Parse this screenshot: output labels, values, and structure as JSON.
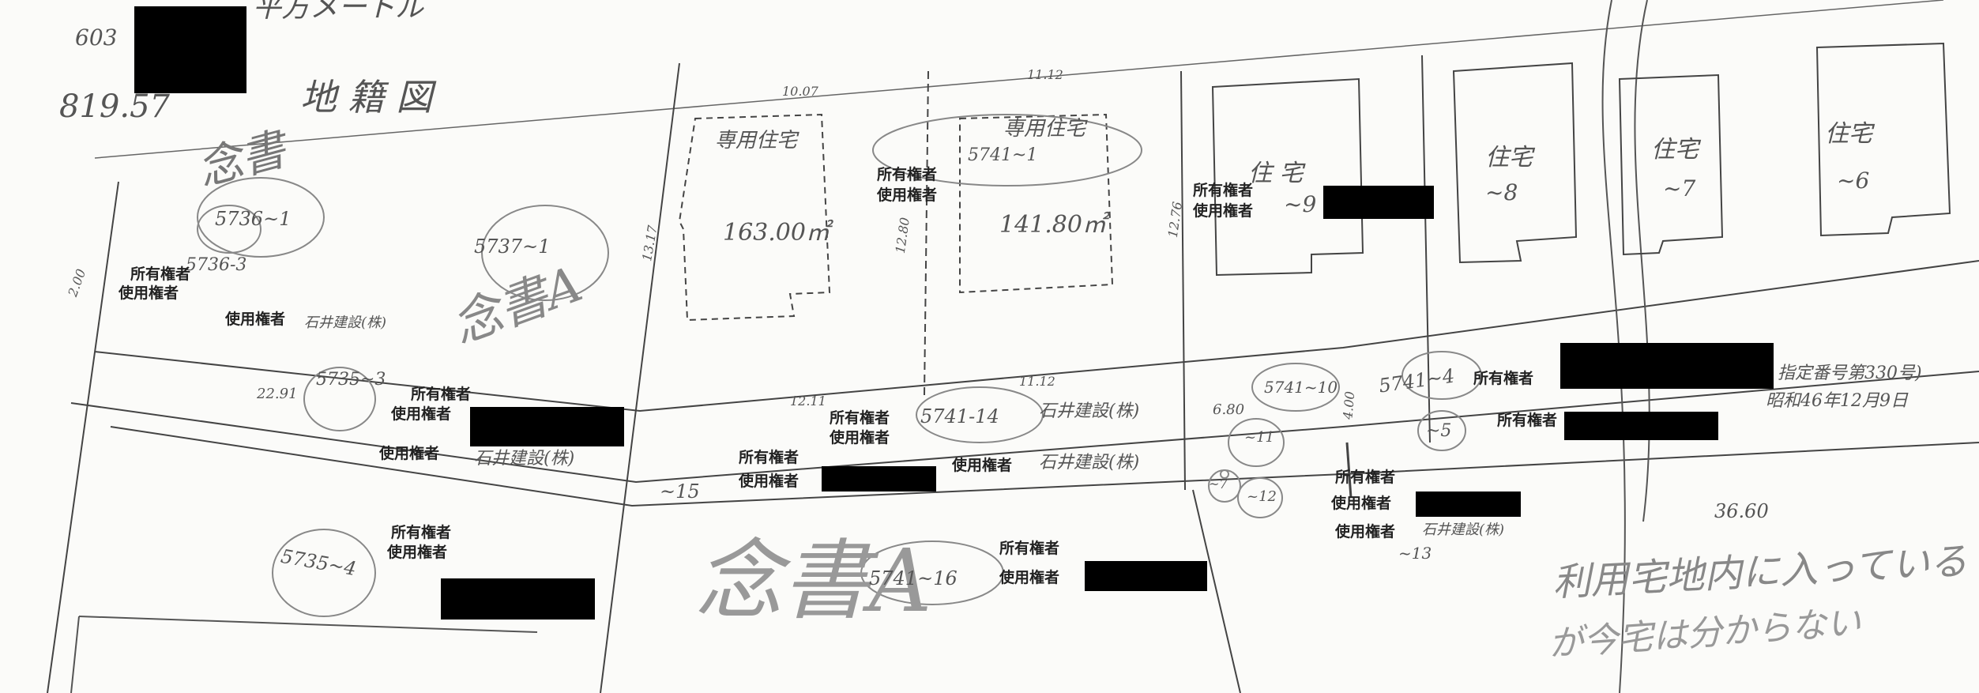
{
  "header": {
    "unit_text": "平方メートル",
    "top_number": "603",
    "area_number": "819.57",
    "map_title": "地 籍 図"
  },
  "owner_label": "所有権者",
  "user_label": "使用権者",
  "contractor": "石井建設(株)",
  "lots": {
    "l5736_1": "5736~1",
    "l5736_3": "5736-3",
    "l5737_1": "5737~1",
    "l5735_3": "5735~3",
    "l5735_4": "5735~4",
    "l5741_1": "5741~1",
    "l5741_14": "5741-14",
    "l5741_16": "5741~16",
    "l5741_10": "5741~10",
    "l5741_4": "5741~4",
    "l15": "~15",
    "l13": "~13",
    "l12": "~12",
    "l11": "~11",
    "l9": "~9",
    "l8": "~8",
    "l7": "~7",
    "l6": "~6",
    "l5": "~5",
    "l7b": "~7"
  },
  "buildings": {
    "b1": "専用住宅",
    "b2": "専用住宅",
    "house": "住 宅",
    "house8": "住宅",
    "house7": "住宅",
    "house6": "住宅"
  },
  "areas": {
    "a1": "163.00㎡",
    "a2": "141.80㎡"
  },
  "dimensions": {
    "d1": "10.07",
    "d2": "11.12",
    "d3": "13.17",
    "d4": "12.80",
    "d5": "12.76",
    "d6": "12.11",
    "d7": "11.12",
    "d8": "22.91",
    "d9": "6.80",
    "d10": "36.60",
    "d11": "2.00",
    "d12": "4.00"
  },
  "handwritten": {
    "stamp1": "念書",
    "stamp2": "念書A",
    "stamp3": "念書A",
    "note1": "利用宅地内に入っている",
    "note2": "が今宅は分からない"
  },
  "permit": {
    "number": "指定番号第330号)",
    "date": "昭和46年12月9日"
  },
  "colors": {
    "ink": "#333333",
    "pencil": "#8a8a8a",
    "redaction": "#000000"
  }
}
